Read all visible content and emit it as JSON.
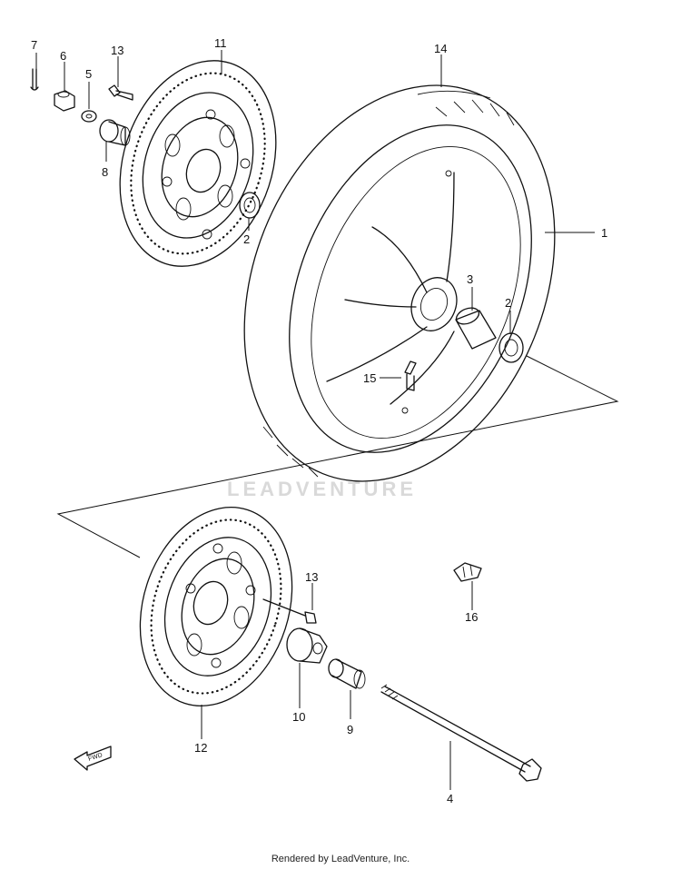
{
  "callouts": {
    "c1": "1",
    "c2a": "2",
    "c2b": "2",
    "c3": "3",
    "c4": "4",
    "c5": "5",
    "c6": "6",
    "c7": "7",
    "c8": "8",
    "c9": "9",
    "c10": "10",
    "c11": "11",
    "c12": "12",
    "c13a": "13",
    "c13b": "13",
    "c14": "14",
    "c15": "15",
    "c16": "16"
  },
  "watermark": "LEADVENTURE",
  "fwd_label": "FWD",
  "footer": "Rendered by LeadVenture, Inc."
}
